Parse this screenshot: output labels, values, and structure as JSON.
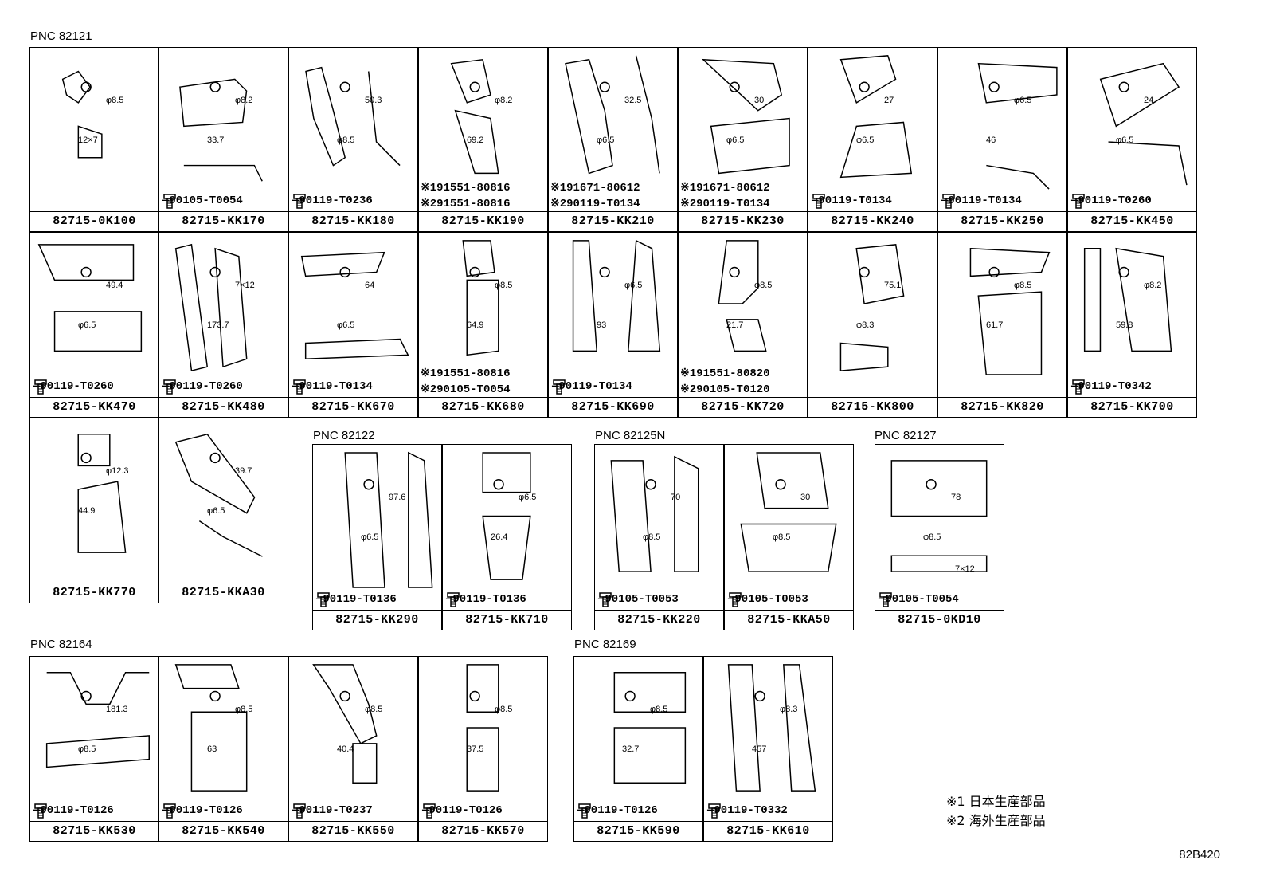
{
  "groups": [
    {
      "pnc": "PNC 82121"
    },
    {
      "pnc": "PNC 82122"
    },
    {
      "pnc": "PNC 82125N"
    },
    {
      "pnc": "PNC 82127"
    },
    {
      "pnc": "PNC 82164"
    },
    {
      "pnc": "PNC 82169"
    }
  ],
  "cells": [
    {
      "part": "82715-0K100",
      "bolt": "",
      "refs": [],
      "dims": [
        "φ8.5",
        "12×7"
      ]
    },
    {
      "part": "82715-KK170",
      "bolt": "90105-T0054",
      "refs": [],
      "dims": [
        "φ8.2",
        "33.7"
      ]
    },
    {
      "part": "82715-KK180",
      "bolt": "90119-T0236",
      "refs": [],
      "dims": [
        "50.3",
        "φ8.5"
      ]
    },
    {
      "part": "82715-KK190",
      "bolt": "",
      "refs": [
        "※191551-80816",
        "※291551-80816"
      ],
      "dims": [
        "φ8.2",
        "69.2"
      ]
    },
    {
      "part": "82715-KK210",
      "bolt": "",
      "refs": [
        "※191671-80612",
        "※290119-T0134"
      ],
      "dims": [
        "32.5",
        "φ6.5"
      ]
    },
    {
      "part": "82715-KK230",
      "bolt": "",
      "refs": [
        "※191671-80612",
        "※290119-T0134"
      ],
      "dims": [
        "30",
        "φ6.5"
      ]
    },
    {
      "part": "82715-KK240",
      "bolt": "90119-T0134",
      "refs": [],
      "dims": [
        "27",
        "φ6.5"
      ]
    },
    {
      "part": "82715-KK250",
      "bolt": "90119-T0134",
      "refs": [],
      "dims": [
        "φ6.5",
        "46"
      ]
    },
    {
      "part": "82715-KK450",
      "bolt": "90119-T0260",
      "refs": [],
      "dims": [
        "24",
        "φ6.5"
      ]
    },
    {
      "part": "82715-KK470",
      "bolt": "90119-T0260",
      "refs": [],
      "dims": [
        "49.4",
        "φ6.5"
      ]
    },
    {
      "part": "82715-KK480",
      "bolt": "90119-T0260",
      "refs": [],
      "dims": [
        "7×12",
        "173.7"
      ]
    },
    {
      "part": "82715-KK670",
      "bolt": "90119-T0134",
      "refs": [],
      "dims": [
        "64",
        "φ6.5"
      ]
    },
    {
      "part": "82715-KK680",
      "bolt": "",
      "refs": [
        "※191551-80816",
        "※290105-T0054"
      ],
      "dims": [
        "φ8.5",
        "64.9"
      ]
    },
    {
      "part": "82715-KK690",
      "bolt": "90119-T0134",
      "refs": [],
      "dims": [
        "φ6.5",
        "93"
      ]
    },
    {
      "part": "82715-KK720",
      "bolt": "",
      "refs": [
        "※191551-80820",
        "※290105-T0120"
      ],
      "dims": [
        "φ8.5",
        "21.7"
      ]
    },
    {
      "part": "82715-KK800",
      "bolt": "",
      "refs": [],
      "dims": [
        "75.1",
        "φ8.3"
      ]
    },
    {
      "part": "82715-KK820",
      "bolt": "",
      "refs": [],
      "dims": [
        "φ8.5",
        "61.7"
      ]
    },
    {
      "part": "82715-KK700",
      "bolt": "90119-T0342",
      "refs": [],
      "dims": [
        "φ8.2",
        "59.8"
      ]
    },
    {
      "part": "82715-KK770",
      "bolt": "",
      "refs": [],
      "dims": [
        "φ12.3",
        "44.9"
      ]
    },
    {
      "part": "82715-KKA30",
      "bolt": "",
      "refs": [],
      "dims": [
        "39.7",
        "φ6.5"
      ]
    },
    {
      "part": "82715-KK290",
      "bolt": "90119-T0136",
      "refs": [],
      "dims": [
        "97.6",
        "φ6.5"
      ]
    },
    {
      "part": "82715-KK710",
      "bolt": "90119-T0136",
      "refs": [],
      "dims": [
        "φ6.5",
        "26.4"
      ]
    },
    {
      "part": "82715-KK220",
      "bolt": "90105-T0053",
      "refs": [],
      "dims": [
        "70",
        "φ8.5"
      ]
    },
    {
      "part": "82715-KKA50",
      "bolt": "90105-T0053",
      "refs": [],
      "dims": [
        "30",
        "φ8.5"
      ]
    },
    {
      "part": "82715-0KD10",
      "bolt": "90105-T0054",
      "refs": [],
      "dims": [
        "78",
        "φ8.5",
        "7×12"
      ]
    },
    {
      "part": "82715-KK530",
      "bolt": "90119-T0126",
      "refs": [],
      "dims": [
        "181.3",
        "φ8.5"
      ]
    },
    {
      "part": "82715-KK540",
      "bolt": "90119-T0126",
      "refs": [],
      "dims": [
        "φ8.5",
        "63"
      ]
    },
    {
      "part": "82715-KK550",
      "bolt": "90119-T0237",
      "refs": [],
      "dims": [
        "φ8.5",
        "40.4"
      ]
    },
    {
      "part": "82715-KK570",
      "bolt": "90119-T0126",
      "refs": [],
      "dims": [
        "φ8.5",
        "37.5"
      ]
    },
    {
      "part": "82715-KK590",
      "bolt": "90119-T0126",
      "refs": [],
      "dims": [
        "φ8.5",
        "32.7"
      ]
    },
    {
      "part": "82715-KK610",
      "bolt": "90119-T0332",
      "refs": [],
      "dims": [
        "φ8.3",
        "457"
      ]
    }
  ],
  "legend": [
    "※1 日本生産部品",
    "※2 海外生産部品"
  ],
  "diagram_id": "82B420"
}
